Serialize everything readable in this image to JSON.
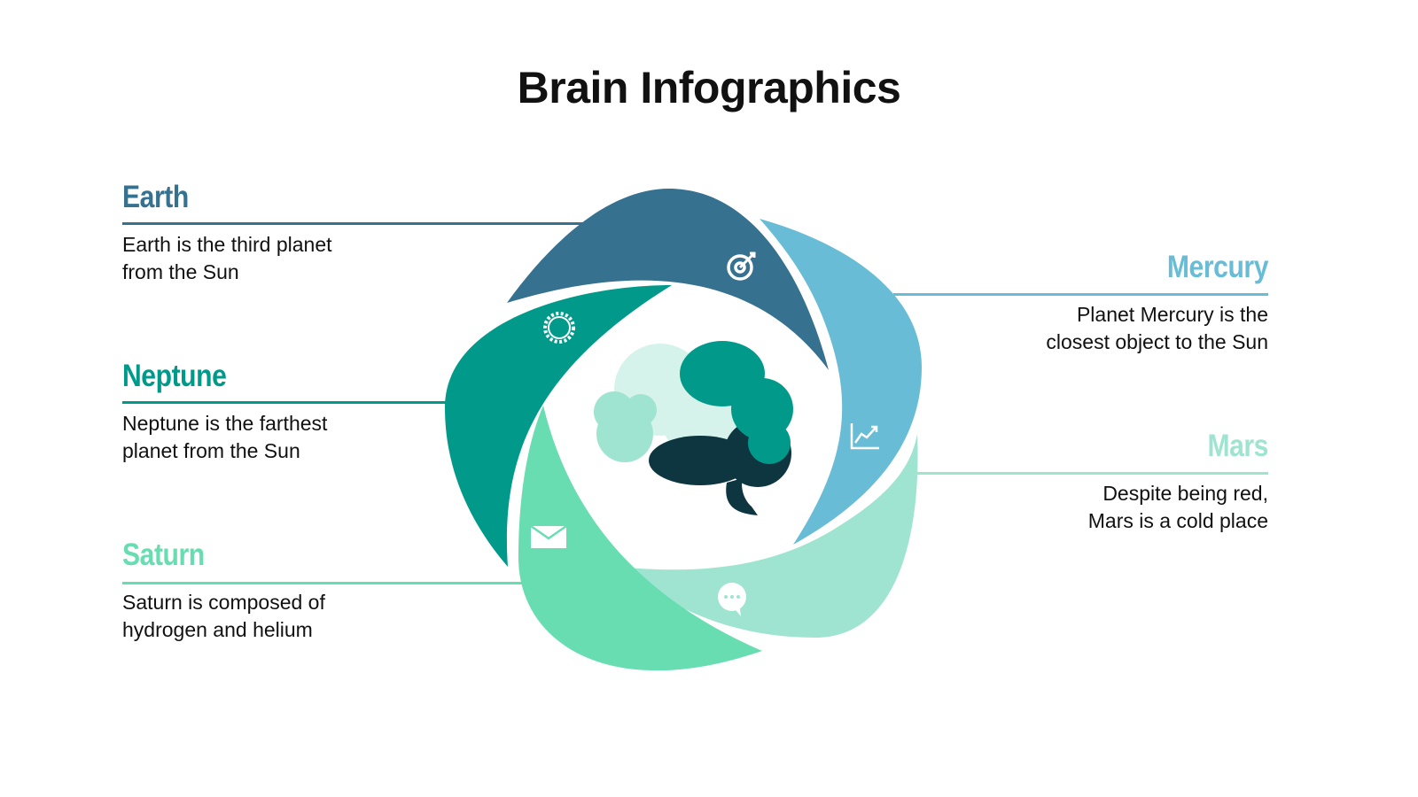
{
  "title": "Brain Infographics",
  "items": {
    "earth": {
      "label": "Earth",
      "text": "Earth is the third planet from the Sun",
      "line1": "Earth is the third planet",
      "line2": "from the Sun",
      "color": "#36718f",
      "icon": "target-icon"
    },
    "neptune": {
      "label": "Neptune",
      "line1": "Neptune is the farthest",
      "line2": "planet from the Sun",
      "color": "#019a8a",
      "icon": "gear-icon"
    },
    "saturn": {
      "label": "Saturn",
      "line1": "Saturn is composed of",
      "line2": "hydrogen and helium",
      "color": "#68ddb1",
      "icon": "envelope-icon"
    },
    "mercury": {
      "label": "Mercury",
      "line1": "Planet Mercury is the",
      "line2": "closest object to the Sun",
      "color": "#68bcd6",
      "icon": "chart-line-icon"
    },
    "mars": {
      "label": "Mars",
      "line1": "Despite being red,",
      "line2": "Mars is a cold place",
      "color": "#9fe4d0",
      "icon": "speech-bubble-icon"
    }
  },
  "brain": {
    "dark": "#0d3640",
    "teal": "#019a8a",
    "light": "#d5f3ea",
    "mint": "#9fe4d0"
  }
}
